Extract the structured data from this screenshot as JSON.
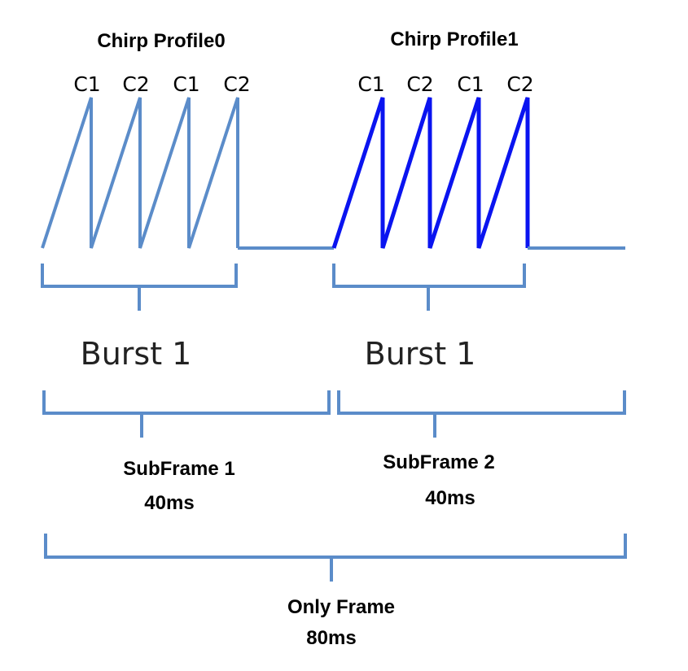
{
  "colors": {
    "profile0": "#5b8cc9",
    "profile1": "#0a14f0",
    "baseline": "#5b8cc9",
    "brackets": "#5b8cc9"
  },
  "profiles": [
    {
      "title": "Chirp Profile0",
      "chirps": [
        "C1",
        "C2",
        "C1",
        "C2"
      ]
    },
    {
      "title": "Chirp Profile1",
      "chirps": [
        "C1",
        "C2",
        "C1",
        "C2"
      ]
    }
  ],
  "bursts": [
    {
      "label": "Burst 1"
    },
    {
      "label": "Burst 1"
    }
  ],
  "subframes": [
    {
      "name": "SubFrame 1",
      "duration": "40ms"
    },
    {
      "name": "SubFrame 2",
      "duration": "40ms"
    }
  ],
  "frame": {
    "name": "Only Frame",
    "duration": "80ms"
  }
}
